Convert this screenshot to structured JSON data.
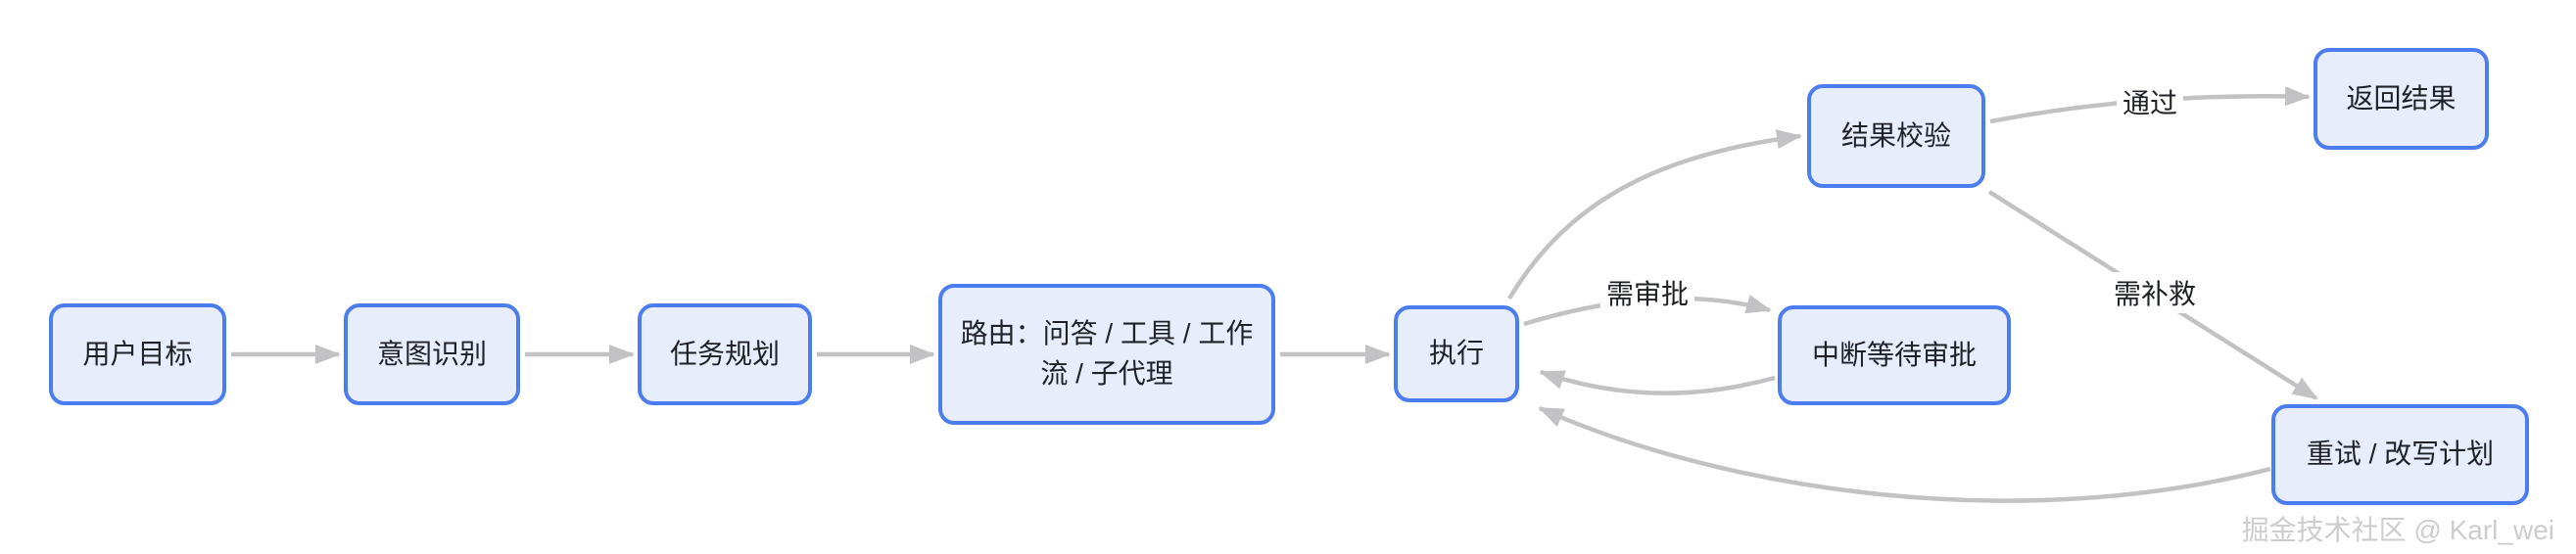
{
  "diagram": {
    "nodes": {
      "user_goal": {
        "label": "用户目标"
      },
      "intent_recognition": {
        "label": "意图识别"
      },
      "task_planning": {
        "label": "任务规划"
      },
      "router": {
        "label": "路由：问答 / 工具 / 工作流 / 子代理"
      },
      "execute": {
        "label": "执行"
      },
      "result_validation": {
        "label": "结果校验"
      },
      "return_result": {
        "label": "返回结果"
      },
      "interrupt_wait_approval": {
        "label": "中断等待审批"
      },
      "retry_rewrite_plan": {
        "label": "重试 / 改写计划"
      }
    },
    "edge_labels": {
      "pass": "通过",
      "needs_approval": "需审批",
      "needs_remediation": "需补救"
    },
    "colors": {
      "background": "#FFFFFF",
      "node_fill": "#E8EDFB",
      "node_border": "#4C7DF0",
      "node_text": "#1F2127",
      "arrow": "#C2C2C5",
      "label_text": "#1F2127",
      "watermark": "#CDCDCD"
    },
    "watermark": "掘金技术社区 @ Karl_wei"
  }
}
